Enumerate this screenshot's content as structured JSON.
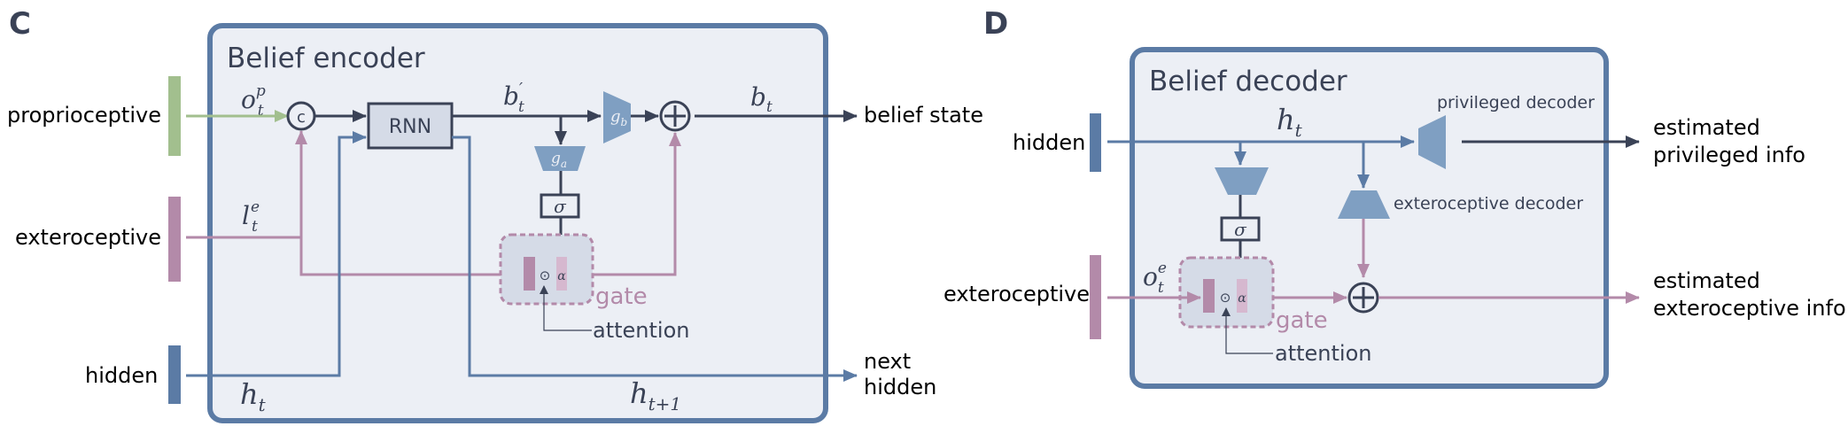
{
  "panel_c": {
    "letter": "C",
    "title": "Belief encoder",
    "inputs": {
      "proprioceptive": "proprioceptive",
      "exteroceptive": "exteroceptive",
      "hidden": "hidden"
    },
    "outputs": {
      "belief_state": "belief state",
      "next_hidden_line1": "next",
      "next_hidden_line2": "hidden"
    },
    "concat_symbol": "c",
    "rnn_label": "RNN",
    "gate_label": "gate",
    "attention_label": "attention",
    "math": {
      "o_base": "o",
      "o_sup": "p",
      "o_sub": "t",
      "l_base": "l",
      "l_sup": "e",
      "l_sub": "t",
      "bprime_base": "b",
      "bprime_sup": "′",
      "bprime_sub": "t",
      "b_base": "b",
      "b_sub": "t",
      "gb_base": "g",
      "gb_sub": "b",
      "ga_base": "g",
      "ga_sub": "a",
      "sigma": "σ",
      "alpha": "α",
      "odot": "⊙",
      "h_base": "h",
      "h_sub": "t",
      "h1_base": "h",
      "h1_sub": "t+1"
    }
  },
  "panel_d": {
    "letter": "D",
    "title": "Belief decoder",
    "inputs": {
      "hidden": "hidden",
      "exteroceptive": "exteroceptive"
    },
    "outputs": {
      "privileged_line1": "estimated",
      "privileged_line2": "privileged info",
      "extero_line1": "estimated",
      "extero_line2": "exteroceptive info"
    },
    "privileged_decoder": "privileged decoder",
    "exteroceptive_decoder": "exteroceptive decoder",
    "gate_label": "gate",
    "attention_label": "attention",
    "math": {
      "h_base": "h",
      "h_sub": "t",
      "o_base": "o",
      "o_sup": "e",
      "o_sub": "t",
      "sigma": "σ",
      "alpha": "α",
      "odot": "⊙"
    }
  },
  "colors": {
    "frame": "#5b7ba5",
    "frame_fill": "#eceff5",
    "dark": "#3a4256",
    "blue": "#5b7ba5",
    "blue_shape": "#7f9fc2",
    "pink": "#b38aa9",
    "green": "#a2bf8e",
    "rnn_fill": "#d5dbe7"
  }
}
